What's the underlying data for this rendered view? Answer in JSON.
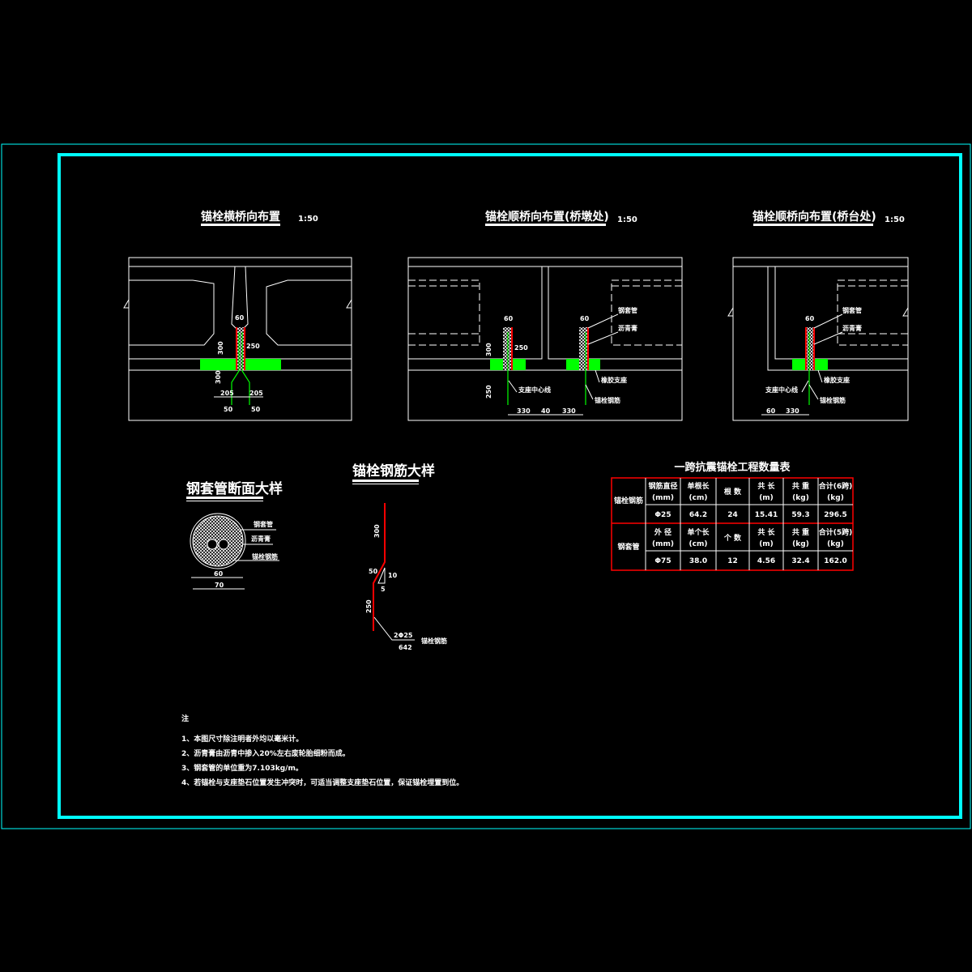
{
  "colors": {
    "frame": "#00ffff",
    "bearing": "#00ff00",
    "casing": "#ff0000",
    "table_border": "#ff0000",
    "line": "#ffffff"
  },
  "views": {
    "transverse": {
      "title": "锚栓横桥向布置",
      "scale": "1:50",
      "dims": [
        "60",
        "300",
        "250",
        "300",
        "205",
        "205",
        "50",
        "50"
      ]
    },
    "pier": {
      "title": "锚栓顺桥向布置(桥墩处)",
      "scale": "1:50",
      "dims": [
        "60",
        "60",
        "300",
        "250",
        "250",
        "330",
        "40",
        "330"
      ],
      "labels": [
        "钢套管",
        "沥青膏",
        "橡胶支座",
        "支座中心线",
        "锚栓钢筋"
      ]
    },
    "abutment": {
      "title": "锚栓顺桥向布置(桥台处)",
      "scale": "1:50",
      "dims": [
        "60",
        "60",
        "330"
      ],
      "labels": [
        "钢套管",
        "沥青膏",
        "橡胶支座",
        "支座中心线",
        "锚栓钢筋"
      ]
    }
  },
  "casing_detail": {
    "title": "钢套管断面大样",
    "labels": [
      "钢套管",
      "沥青膏",
      "锚栓钢筋"
    ],
    "dims": [
      "60",
      "70"
    ]
  },
  "rebar_detail": {
    "title": "锚栓钢筋大样",
    "dims": [
      "300",
      "50",
      "10",
      "5",
      "250"
    ],
    "callout_top": "2Φ25",
    "callout_bottom": "642",
    "callout_label": "锚栓钢筋"
  },
  "table": {
    "title": "一跨抗震锚栓工程数量表",
    "group1": "锚栓钢筋",
    "header1": [
      [
        "钢筋直径",
        "(mm)"
      ],
      [
        "单根长",
        "(cm)"
      ],
      [
        "根 数",
        ""
      ],
      [
        "共 长",
        "(m)"
      ],
      [
        "共 重",
        "(kg)"
      ],
      [
        "合计(6跨)",
        "(kg)"
      ]
    ],
    "row1": [
      "Φ25",
      "64.2",
      "24",
      "15.41",
      "59.3",
      "296.5"
    ],
    "group2": "钢套管",
    "header2": [
      [
        "外 径",
        "(mm)"
      ],
      [
        "单个长",
        "(cm)"
      ],
      [
        "个 数",
        ""
      ],
      [
        "共 长",
        "(m)"
      ],
      [
        "共 重",
        "(kg)"
      ],
      [
        "合计(5跨)",
        "(kg)"
      ]
    ],
    "row2": [
      "Φ75",
      "38.0",
      "12",
      "4.56",
      "32.4",
      "162.0"
    ]
  },
  "notes": {
    "heading": "注",
    "items": [
      "1、本图尺寸除注明者外均以毫米计。",
      "2、沥青膏由沥青中掺入20%左右废轮胎细粉而成。",
      "3、钢套管的单位重为7.103kg/m。",
      "4、若锚栓与支座垫石位置发生冲突时，可适当调整支座垫石位置，保证锚栓埋置到位。"
    ]
  }
}
